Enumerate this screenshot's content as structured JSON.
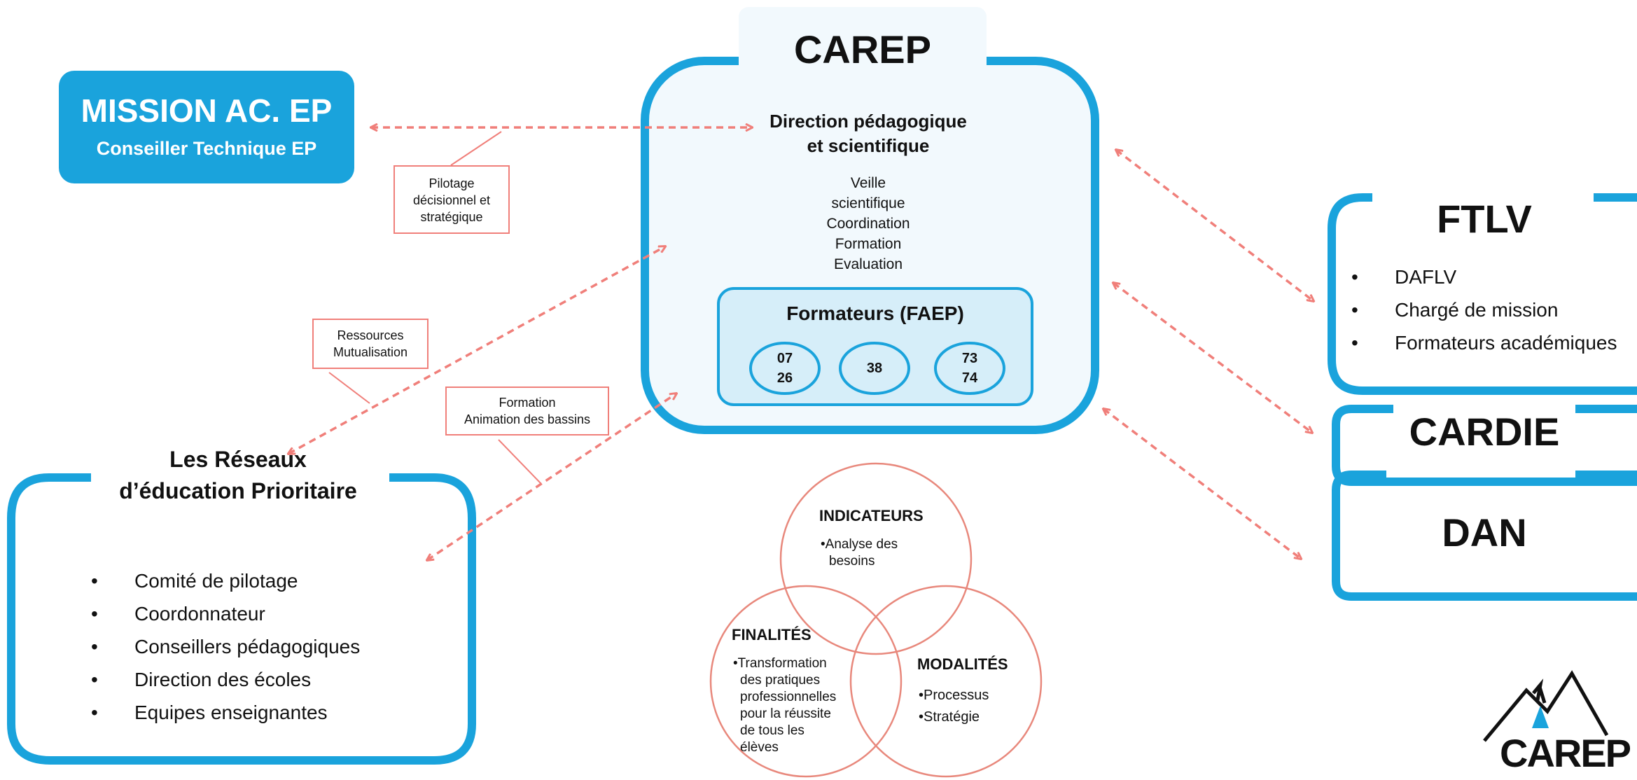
{
  "mission": {
    "title": "MISSION AC. EP",
    "subtitle": "Conseiller Technique EP"
  },
  "carep": {
    "title": "CAREP",
    "direction": [
      "Direction pédagogique",
      "et scientifique"
    ],
    "missions": [
      "Veille",
      "scientifique",
      "Coordination",
      "Formation",
      "Evaluation"
    ],
    "formateurs": "Formateurs (FAEP)",
    "departments": [
      [
        "07",
        "26"
      ],
      [
        "38"
      ],
      [
        "73",
        "74"
      ]
    ]
  },
  "reseaux": {
    "title": [
      "Les Réseaux",
      "d’éducation Prioritaire"
    ],
    "items": [
      "Comité de pilotage",
      "Coordonnateur",
      "Conseillers pédagogiques",
      "Direction des écoles",
      "Equipes enseignantes"
    ]
  },
  "ftlv": {
    "title": "FTLV",
    "items": [
      "DAFLV",
      "Chargé de mission",
      "Formateurs académiques"
    ]
  },
  "cardie": {
    "title": "CARDIE"
  },
  "dan": {
    "title": "DAN"
  },
  "labels": {
    "pilotage": [
      "Pilotage",
      "décisionnel et",
      "stratégique"
    ],
    "ressources": [
      "Ressources",
      "Mutualisation"
    ],
    "formation": [
      "Formation",
      "Animation des bassins"
    ]
  },
  "venn": {
    "indicateurs": {
      "title": "INDICATEURS",
      "items": [
        "•Analyse des",
        "besoins"
      ]
    },
    "finalites": {
      "title": "FINALITÉS",
      "items": [
        "•Transformation",
        "des pratiques",
        "professionnelles",
        "pour la réussite",
        "de tous les",
        "élèves"
      ]
    },
    "modalites": {
      "title": "MODALITÉS",
      "items": [
        "•Processus",
        "•Stratégie"
      ]
    }
  },
  "logo": {
    "text": "CAREP"
  },
  "bullet": "•",
  "colors": {
    "blue": "#1aa3dc",
    "arrow": "#f07f7a",
    "venn": "#e8887c",
    "panel": "#f2f9fd",
    "faep": "#d6eef9"
  }
}
